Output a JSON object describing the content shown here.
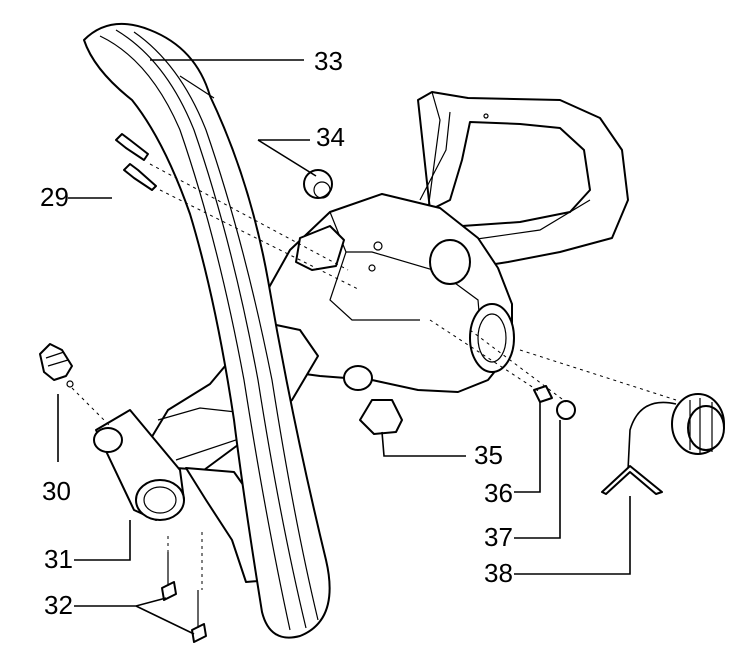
{
  "callouts": {
    "c29": "29",
    "c30": "30",
    "c31": "31",
    "c32": "32",
    "c33": "33",
    "c34": "34",
    "c35": "35",
    "c36": "36",
    "c37": "37",
    "c38": "38"
  }
}
